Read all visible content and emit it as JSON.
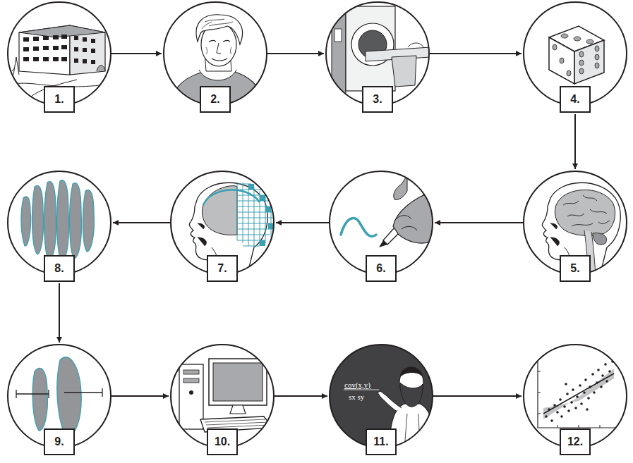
{
  "diagram": {
    "nodes": [
      {
        "text": [
          "1."
        ]
      },
      {
        "text": [
          "2."
        ]
      },
      {
        "text": [
          "3."
        ]
      },
      {
        "text": [
          "4."
        ]
      },
      {
        "text": [
          "5."
        ]
      },
      {
        "text": [
          "6."
        ]
      },
      {
        "text": [
          "7."
        ]
      },
      {
        "text": [
          "8."
        ]
      },
      {
        "text": [
          "9."
        ]
      },
      {
        "text": [
          "10."
        ]
      },
      {
        "text": [
          "11."
        ]
      },
      {
        "text": [
          "12."
        ]
      }
    ],
    "edges": [
      {
        "from": 0,
        "to": 1,
        "arrow": "to"
      },
      {
        "from": 1,
        "to": 2,
        "arrow": "to"
      },
      {
        "from": 2,
        "to": 3,
        "arrow": "to"
      },
      {
        "from": 3,
        "to": 4,
        "arrow": "to"
      },
      {
        "from": 4,
        "to": 5,
        "arrow": "to"
      },
      {
        "from": 5,
        "to": 6,
        "arrow": "to"
      },
      {
        "from": 6,
        "to": 7,
        "arrow": "to"
      },
      {
        "from": 7,
        "to": 8,
        "arrow": "to"
      },
      {
        "from": 8,
        "to": 9,
        "arrow": "to"
      },
      {
        "from": 9,
        "to": 10,
        "arrow": "to"
      },
      {
        "from": 10,
        "to": 11,
        "arrow": "to"
      }
    ],
    "labels": [
      "cov(x,y)",
      "sx sy"
    ]
  }
}
